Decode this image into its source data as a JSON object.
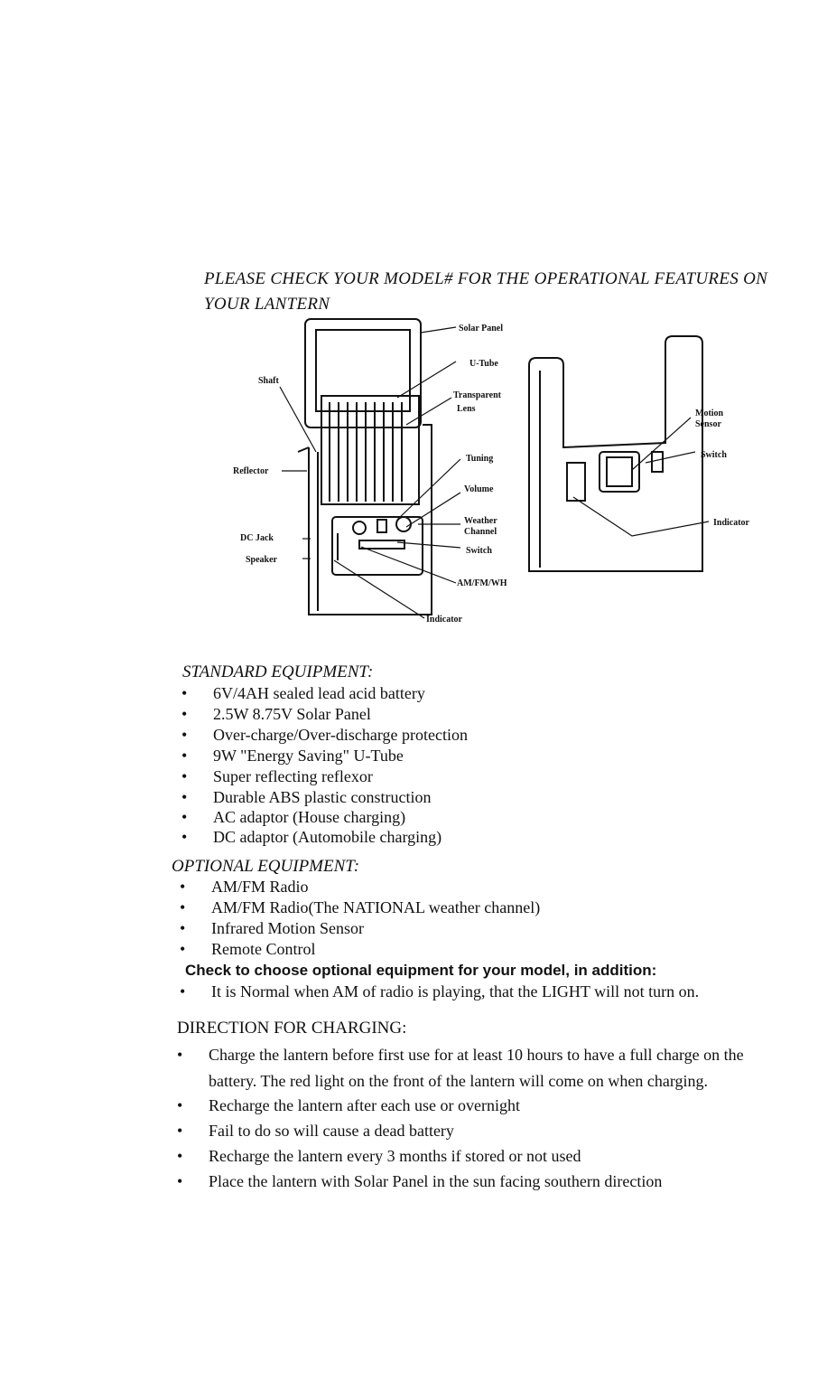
{
  "header": {
    "line1": "PLEASE CHECK YOUR MODEL# FOR THE OPERATIONAL FEATURES ON",
    "line2": "YOUR LANTERN"
  },
  "figure": {
    "labels": {
      "solar_panel": "Solar Panel",
      "u_tube": "U-Tube",
      "shaft": "Shaft",
      "transparent": "Transparent",
      "lens": "Lens",
      "reflector": "Reflector",
      "tuning": "Tuning",
      "volume": "Volume",
      "weather": "Weather",
      "channel": "Channel",
      "switch_front": "Switch",
      "dc_jack": "DC Jack",
      "speaker": "Speaker",
      "am_fm_wh": "AM/FM/WH",
      "indicator_front": "Indicator",
      "motion": "Motion",
      "sensor": "Sensor",
      "switch_back": "Switch",
      "indicator_back": "Indicator"
    }
  },
  "standard": {
    "title": "STANDARD EQUIPMENT:",
    "items": [
      "6V/4AH sealed lead acid battery",
      "2.5W 8.75V Solar Panel",
      "Over-charge/Over-discharge protection",
      "9W \"Energy Saving\" U-Tube",
      "Super reflecting reflexor",
      "Durable ABS plastic construction",
      "AC adaptor (House charging)",
      "DC adaptor (Automobile charging)"
    ]
  },
  "optional": {
    "title": "OPTIONAL EQUIPMENT:",
    "items": [
      "AM/FM Radio",
      "AM/FM Radio(The NATIONAL weather channel)",
      "Infrared Motion Sensor",
      "Remote Control"
    ],
    "note": "Check to choose optional equipment for your model, in addition:",
    "note_item": "It is Normal when AM of radio is playing, that the LIGHT will not turn on."
  },
  "charging": {
    "title": "DIRECTION FOR CHARGING:",
    "item1_line1": "Charge the lantern before first use for at least 10 hours to have a full charge on the",
    "item1_line2": "battery. The red light on the front of the lantern will come on when charging.",
    "items": [
      "Recharge the lantern after each use or overnight",
      "Fail to do so will cause a dead battery",
      "Recharge the lantern every 3 months if stored or not used",
      "Place the lantern with Solar Panel in the sun facing southern direction"
    ]
  },
  "bullet_char": "•"
}
